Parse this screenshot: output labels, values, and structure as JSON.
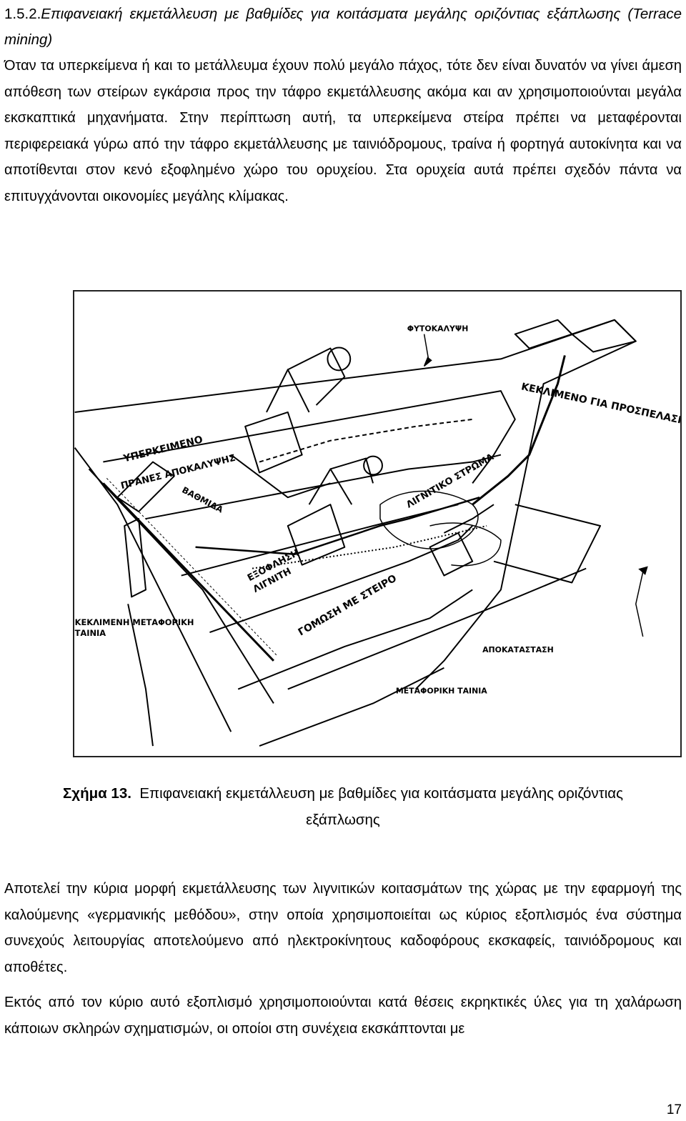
{
  "section": {
    "number": "1.5.2.",
    "title": "Επιφανειακή εκμετάλλευση με βαθμίδες για κοιτάσματα μεγάλης οριζόντιας εξάπλωσης (Terrace mining)"
  },
  "paragraphs": [
    "Όταν τα υπερκείμενα ή και το μετάλλευμα έχουν πολύ μεγάλο πάχος, τότε δεν είναι δυνατόν να γίνει άμεση απόθεση των στείρων εγκάρσια προς την τάφρο εκμετάλλευσης ακόμα και αν χρησιμοποιούνται μεγάλα εκσκαπτικά μηχανήματα. Στην περίπτωση αυτή, τα υπερκείμενα στείρα πρέπει να μεταφέρονται περιφερειακά γύρω από την τάφρο εκμετάλλευσης με ταινιόδρομους, τραίνα ή φορτηγά αυτοκίνητα και να αποτίθενται στον κενό εξοφλημένο χώρο του ορυχείου. Στα ορυχεία αυτά πρέπει σχεδόν πάντα να επιτυγχάνονται οικονομίες μεγάλης κλίμακας.",
    "Αποτελεί την κύρια μορφή εκμετάλλευσης των λιγνιτικών κοιτασμάτων της χώρας με την εφαρμογή της καλούμενης «γερμανικής μεθόδου», στην οποία χρησιμοποιείται ως κύριος εξοπλισμός ένα σύστημα συνεχούς λειτουργίας αποτελούμενο από ηλεκτροκίνητους καδοφόρους εκσκαφείς, ταινιόδρομους και αποθέτες.",
    "Εκτός από τον κύριο αυτό εξοπλισμό χρησιμοποιούνται κατά θέσεις εκρηκτικές ύλες για τη χαλάρωση κάποιων σκληρών σχηματισμών, οι οποίοι στη συνέχεια εκσκάπτονται με"
  ],
  "figure": {
    "labels": {
      "fytokalypsi": "ΦΥΤΟΚΑΛΥΨΗ",
      "keklimeno_prospelasi": "ΚΕΚΛΙΜΕΝΟ ΓΙΑ ΠΡΟΣΠΕΛΑΣΗ",
      "yperkeimeno": "ΥΠΕΡΚΕΙΜΕΝΟ",
      "pranes": "ΠΡΑΝΕΣ ΑΠΟΚΑΛΥΨΗΣ",
      "vathmida": "ΒΑΘΜΙΔΑ",
      "lignitiko_stroma": "ΛΙΓΝΙΤΙΚΟ ΣΤΡΩΜΑ",
      "exoflisi_line1": "ΕΞΟΦΛΗΣΗ",
      "exoflisi_line2": "ΛΙΓΝΙΤΗ",
      "gomosi": "ΓΟΜΩΣΗ ΜΕ ΣΤΕΙΡΟ",
      "keklimeni_line1": "ΚΕΚΛΙΜΕΝΗ ΜΕΤΑΦΟΡΙΚΗ",
      "keklimeni_line2": "ΤΑΙΝΙΑ",
      "apokatastasi": "ΑΠΟΚΑΤΑΣΤΑΣΗ",
      "metaforiki_tainia": "ΜΕΤΑΦΟΡΙΚΗ ΤΑΙΝΙΑ"
    }
  },
  "caption": {
    "label": "Σχήμα 13.",
    "text": "Επιφανειακή εκμετάλλευση με βαθμίδες για κοιτάσματα μεγάλης οριζόντιας εξάπλωσης"
  },
  "page_number": "17"
}
